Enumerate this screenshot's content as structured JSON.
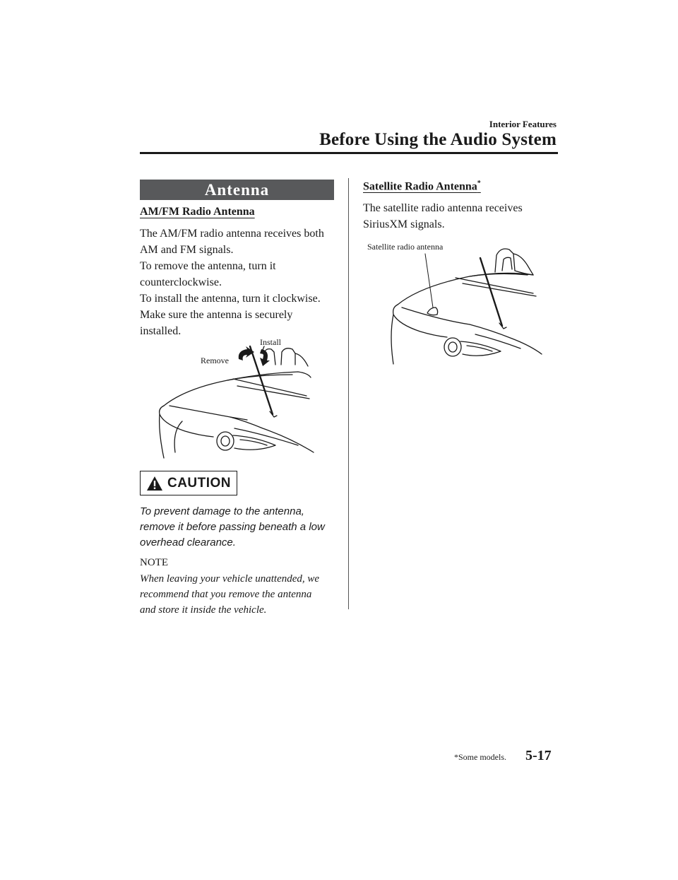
{
  "header": {
    "section": "Interior Features",
    "title": "Before Using the Audio System"
  },
  "left": {
    "banner": "Antenna",
    "heading": "AM/FM Radio Antenna",
    "paragraph_lines": [
      "The AM/FM radio antenna receives both",
      "AM and FM signals.",
      "To remove the antenna, turn it",
      "counterclockwise.",
      "To install the antenna, turn it clockwise.",
      "Make sure the antenna is securely",
      "installed."
    ],
    "illustration": {
      "label_install": "Install",
      "label_remove": "Remove"
    },
    "caution": {
      "label": "CAUTION",
      "lines": [
        "To prevent damage to the antenna,",
        "remove it before passing beneath a low",
        "overhead clearance."
      ]
    },
    "note": {
      "label": "NOTE",
      "lines": [
        "When leaving your vehicle unattended, we",
        "recommend that you remove the antenna",
        "and store it inside the vehicle."
      ]
    }
  },
  "right": {
    "heading": "Satellite Radio Antenna",
    "heading_mark": "*",
    "paragraph_lines": [
      "The satellite radio antenna receives",
      "SiriusXM signals."
    ],
    "illustration": {
      "label": "Satellite radio antenna"
    }
  },
  "footer": {
    "note": "*Some models.",
    "page": "5-17"
  }
}
